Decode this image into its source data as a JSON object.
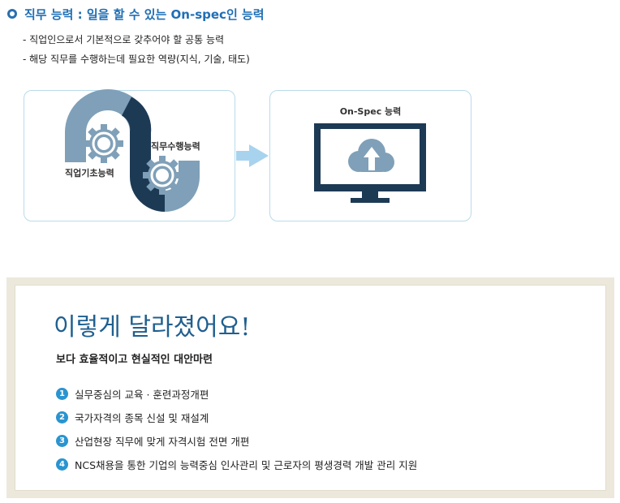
{
  "header": {
    "title": "직무 능력 : 일을 할 수 있는 On-spec인 능력",
    "bullet_icon": "circle-bullet-icon"
  },
  "descriptions": [
    "- 직업인으로서 기본적으로 갖추어야 할 공통 능력",
    "- 해당 직무를 수행하는데 필요한 역량(지식, 기술, 태도)"
  ],
  "diagram": {
    "left_label_basic": "직업기초능력",
    "left_label_job": "직무수행능력",
    "right_label": "On-Spec 능력",
    "icons": [
      "gear-icon",
      "gear-icon",
      "arrow-right-icon",
      "monitor-icon",
      "cloud-upload-icon"
    ]
  },
  "panel": {
    "title": "이렇게 달라졌어요!",
    "subtitle": "보다 효율적이고 현실적인 대안마련",
    "items": [
      {
        "num": "1",
        "text": "실무중심의 교육 · 훈련과정개편"
      },
      {
        "num": "2",
        "text": "국가자격의 종목 신설 및 재설계"
      },
      {
        "num": "3",
        "text": "산업현장 직무에 맞게 자격시험 전면 개편"
      },
      {
        "num": "4",
        "text": "NCS채용을 통한 기업의 능력중심 인사관리 및 근로자의 평생경력 개발 관리 지원"
      }
    ]
  },
  "colors": {
    "title_blue": "#1f6fb5",
    "gear_blue": "#7fa0b8",
    "navy": "#1d3a55",
    "arrow_blue": "#a8d3ee",
    "box_border": "#b9dbea",
    "panel_bg": "#ece8dc",
    "number_badge": "#2a94d0"
  }
}
